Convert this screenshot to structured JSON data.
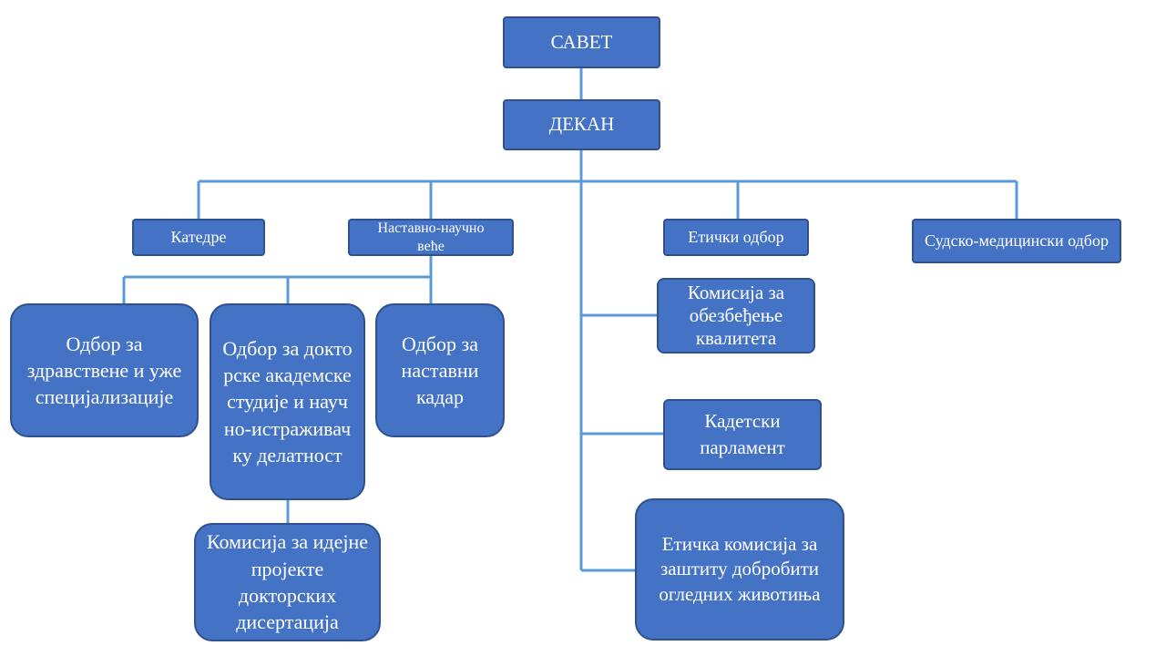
{
  "nodes": {
    "savet": "САВЕТ",
    "dekan": "ДЕКАН",
    "katedre": "Катедре",
    "nastavno_naucno_vece": "Наставно-научно веће",
    "eticki_odbor": "Етички одбор",
    "sudsko_medicinski_odbor": "Судско-медицински одбор",
    "odbor_zdravstvene": "Одбор за здравствене и уже специјализације",
    "odbor_doktorske": "Одбор за докторске академске студије и научно-истраживачку делатност",
    "odbor_nastavni_kadar": "Одбор за наставни кадар",
    "komisija_idejne": "Комисија за идејне пројекте докторских дисертација",
    "komisija_kvalitet": "Комисија за обезбеђење квалитета",
    "kadetski_parlament": "Кадетски парламент",
    "eticka_komisija": "Етичка комисија за заштиту добробити огледних животиња"
  },
  "colors": {
    "box_fill": "#4472c4",
    "box_border": "#2f528f",
    "connector": "#5b9bd5",
    "text": "#ffffff"
  }
}
